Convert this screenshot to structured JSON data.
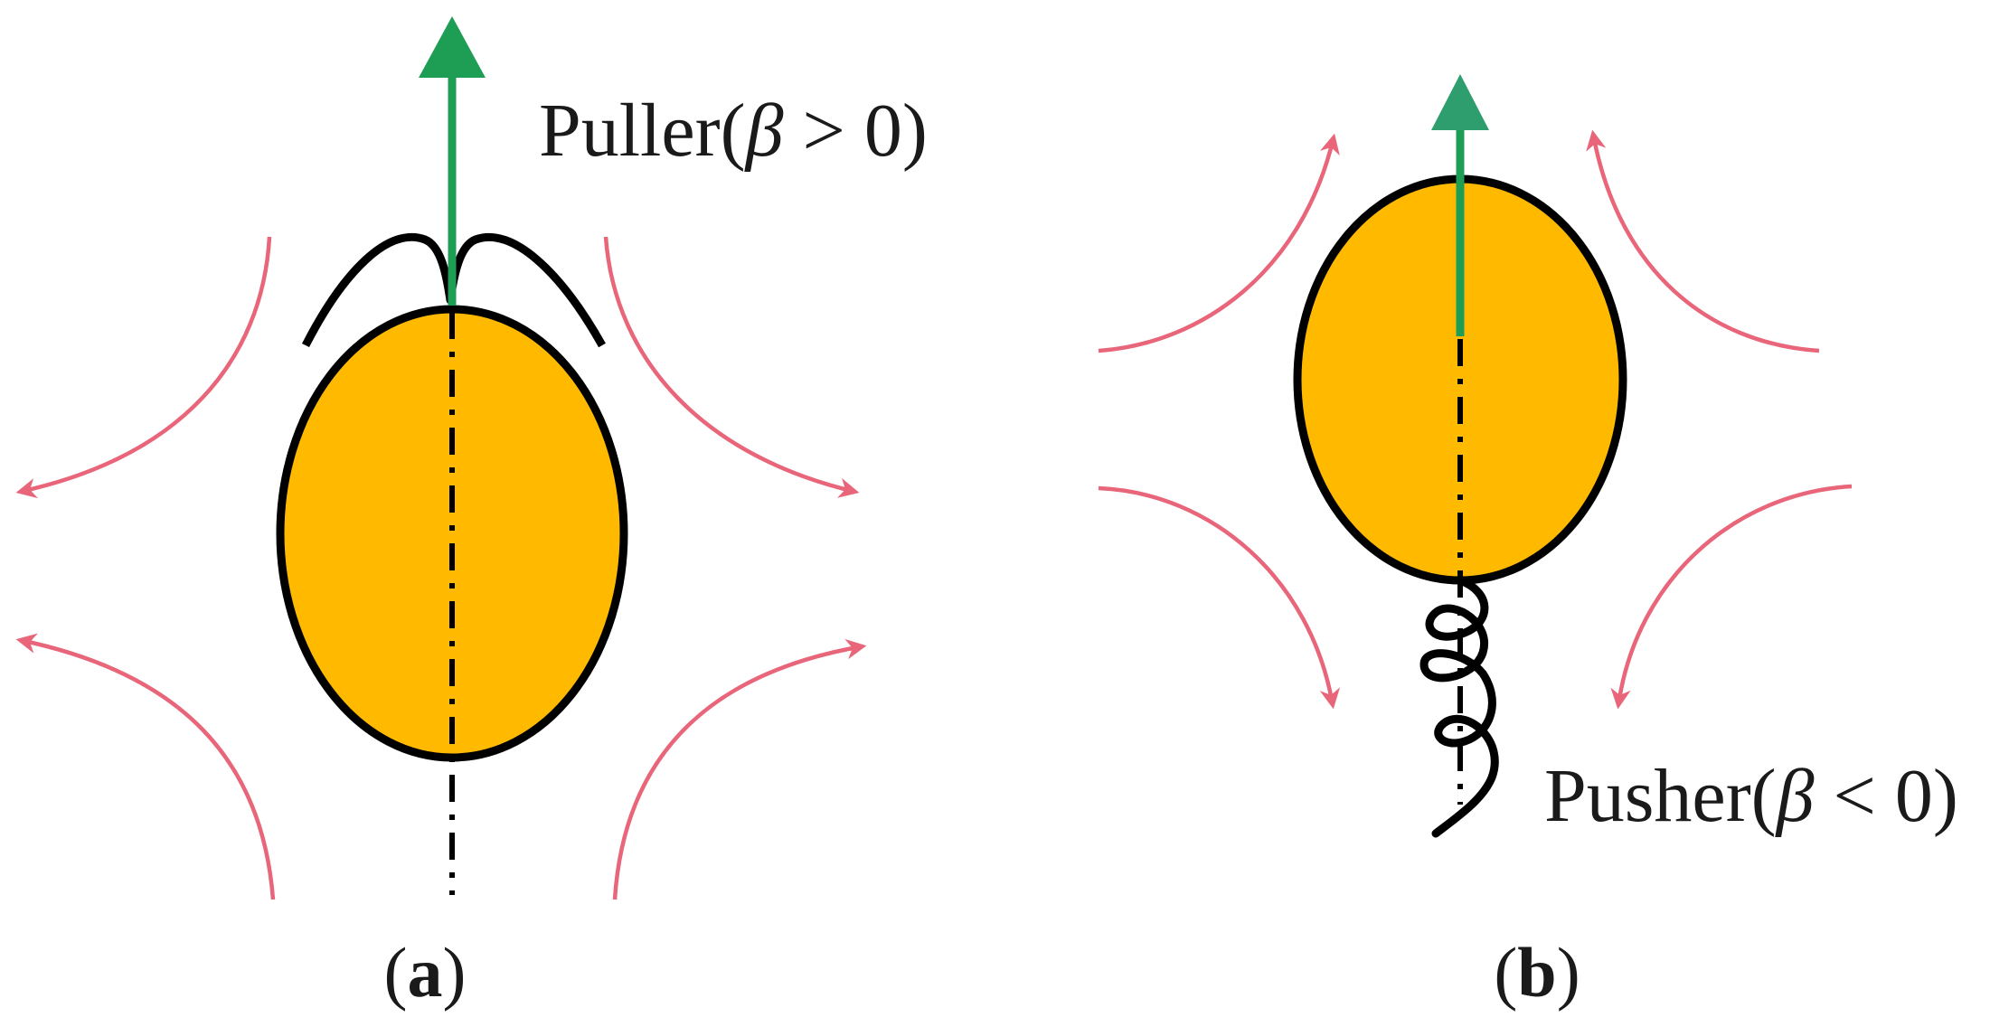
{
  "colors": {
    "body_fill": "#FFBA00",
    "outline": "#000000",
    "swim_arrow": "#1E9E55",
    "flow_arrow": "#E8657A"
  },
  "panel_a": {
    "label_open": "(",
    "label_letter": "a",
    "label_close": ")",
    "caption_prefix": "Puller(",
    "caption_symbol": "β",
    "caption_suffix": " > 0)"
  },
  "panel_b": {
    "label_open": "(",
    "label_letter": "b",
    "label_close": ")",
    "caption_prefix": "Pusher(",
    "caption_symbol": "β",
    "caption_suffix": " < 0)"
  }
}
